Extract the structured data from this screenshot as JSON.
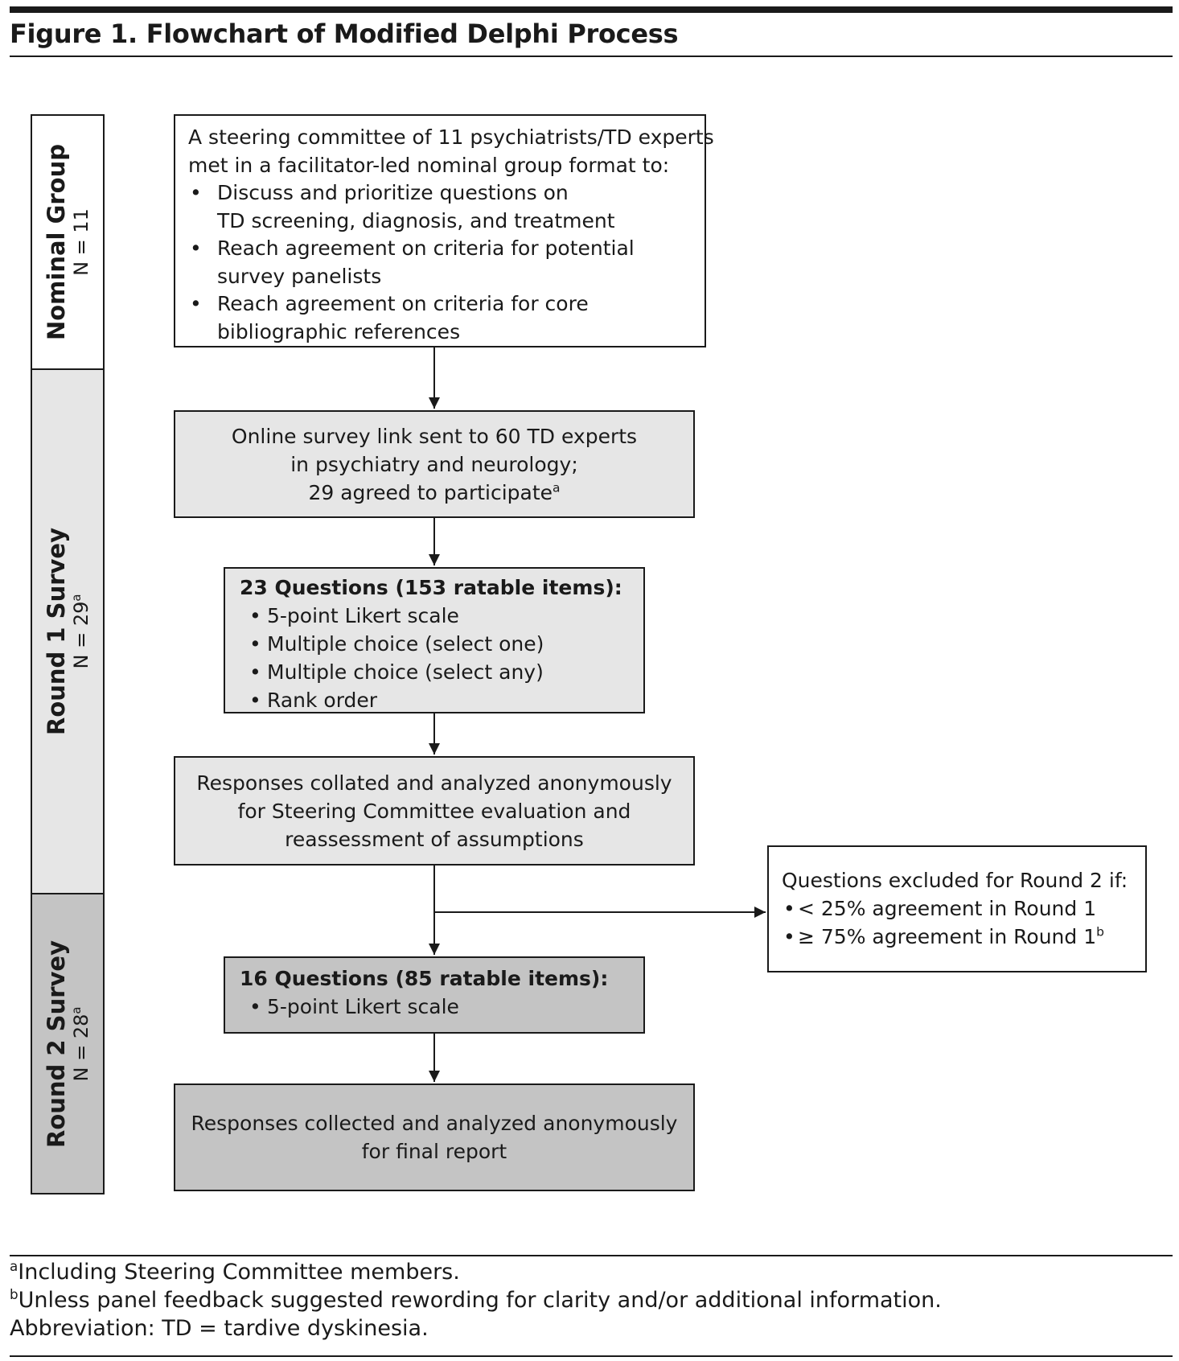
{
  "title": "Figure 1. Flowchart of Modified Delphi Process",
  "phases": [
    {
      "name": "Nominal Group",
      "n": "N = 11",
      "sup": ""
    },
    {
      "name": "Round 1 Survey",
      "n": "N = 29",
      "sup": "a"
    },
    {
      "name": "Round 2 Survey",
      "n": "N = 28",
      "sup": "a"
    }
  ],
  "boxes": {
    "steering": {
      "intro": [
        "A steering committee of 11 psychiatrists/TD experts",
        "met in a facilitator-led nominal group format to:"
      ],
      "bullets": [
        [
          "Discuss and prioritize questions on",
          "TD screening, diagnosis, and treatment"
        ],
        [
          "Reach agreement on criteria for potential",
          "survey panelists"
        ],
        [
          "Reach agreement on criteria for core",
          "bibliographic references"
        ]
      ]
    },
    "online_survey": {
      "lines": [
        "Online survey link sent to 60 TD experts",
        "in psychiatry and neurology;",
        "29 agreed to participate"
      ],
      "sup": "a"
    },
    "round1_questions": {
      "heading": "23 Questions (153 ratable items):",
      "bullets": [
        "5-point Likert scale",
        "Multiple choice (select one)",
        "Multiple choice (select any)",
        "Rank order"
      ]
    },
    "responses_collated": {
      "lines": [
        "Responses collated and analyzed anonymously",
        "for Steering Committee evaluation and",
        "reassessment of assumptions"
      ]
    },
    "excluded": {
      "heading": "Questions excluded for Round 2 if:",
      "bullets": [
        "< 25% agreement in Round 1",
        "≥ 75% agreement in Round 1"
      ],
      "sup": "b"
    },
    "round2_questions": {
      "heading": "16 Questions (85 ratable items):",
      "bullets": [
        "5-point Likert scale"
      ]
    },
    "final": {
      "lines": [
        "Responses collected and analyzed anonymously",
        "for final report"
      ]
    }
  },
  "footnotes": [
    {
      "mark": "a",
      "text": "Including Steering Committee members."
    },
    {
      "mark": "b",
      "text": "Unless panel feedback suggested rewording for clarity and/or additional information."
    },
    {
      "mark": "",
      "text": "Abbreviation: TD = tardive dyskinesia."
    }
  ]
}
